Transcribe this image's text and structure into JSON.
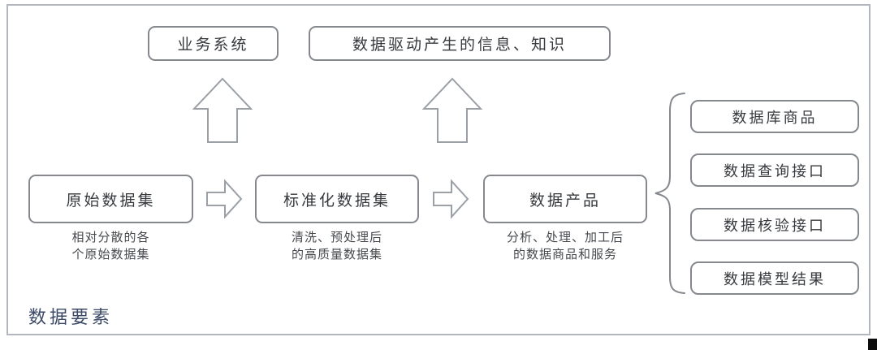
{
  "diagram": {
    "caption": "数据要素",
    "top_boxes": [
      {
        "label": "业务系统"
      },
      {
        "label": "数据驱动产生的信息、知识"
      }
    ],
    "flow": [
      {
        "label": "原始数据集",
        "sublabel": "相对分散的各\n个原始数据集"
      },
      {
        "label": "标准化数据集",
        "sublabel": "清洗、预处理后\n的高质量数据集"
      },
      {
        "label": "数据产品",
        "sublabel": "分析、处理、加工后\n的数据商品和服务"
      }
    ],
    "outputs": [
      {
        "label": "数据库商品"
      },
      {
        "label": "数据查询接口"
      },
      {
        "label": "数据核验接口"
      },
      {
        "label": "数据模型结果"
      }
    ],
    "colors": {
      "frame_border": "#b2b6bf",
      "box_border": "#85898e",
      "arrow_stroke": "#9aa0a6",
      "box_text": "#36393d",
      "sublabel_text": "#46494e",
      "caption_text": "#3c4966"
    }
  }
}
